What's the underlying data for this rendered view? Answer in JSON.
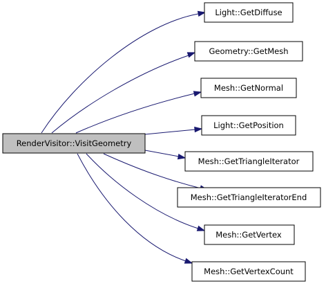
{
  "graph": {
    "root": "RenderVisitor::VisitGeometry",
    "callees": [
      "Light::GetDiffuse",
      "Geometry::GetMesh",
      "Mesh::GetNormal",
      "Light::GetPosition",
      "Mesh::GetTriangleIterator",
      "Mesh::GetTriangleIteratorEnd",
      "Mesh::GetVertex",
      "Mesh::GetVertexCount"
    ],
    "colors": {
      "root_fill": "#bfbfbf",
      "node_fill": "#ffffff",
      "edge": "#191970"
    }
  }
}
